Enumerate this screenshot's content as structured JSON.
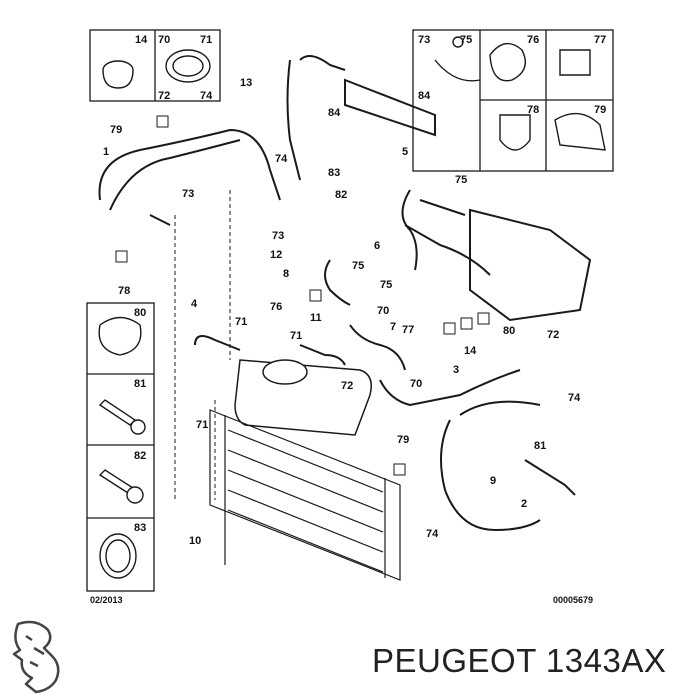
{
  "labels": {
    "box1": [
      "14",
      "70",
      "71",
      "72",
      "74"
    ],
    "box2": [
      "73",
      "75",
      "76",
      "77",
      "84",
      "78",
      "79"
    ],
    "box3": [
      "80",
      "81",
      "82",
      "83"
    ],
    "callouts": {
      "c13": "13",
      "c84": "84",
      "c79a": "79",
      "c1": "1",
      "c74a": "74",
      "c83": "83",
      "c73a": "73",
      "c82": "82",
      "c73b": "73",
      "c12": "12",
      "c8": "8",
      "c78": "78",
      "c5": "5",
      "c75a": "75",
      "c6": "6",
      "c75b": "75",
      "c75c": "75",
      "c76": "76",
      "c70a": "70",
      "c7": "7",
      "c4": "4",
      "c71a": "71",
      "c11": "11",
      "c71b": "71",
      "c77": "77",
      "c14": "14",
      "c80": "80",
      "c72a": "72",
      "c72b": "72",
      "c70b": "70",
      "c3": "3",
      "c71c": "71",
      "c74b": "74",
      "c79b": "79",
      "c81": "81",
      "c9": "9",
      "c2": "2",
      "c10": "10",
      "c74c": "74"
    }
  },
  "date_code": "02/2013",
  "doc_number": "00005679",
  "brand_text": "PEUGEOT 1343AX",
  "colors": {
    "line": "#1a1a1a",
    "fill": "#ffffff"
  }
}
